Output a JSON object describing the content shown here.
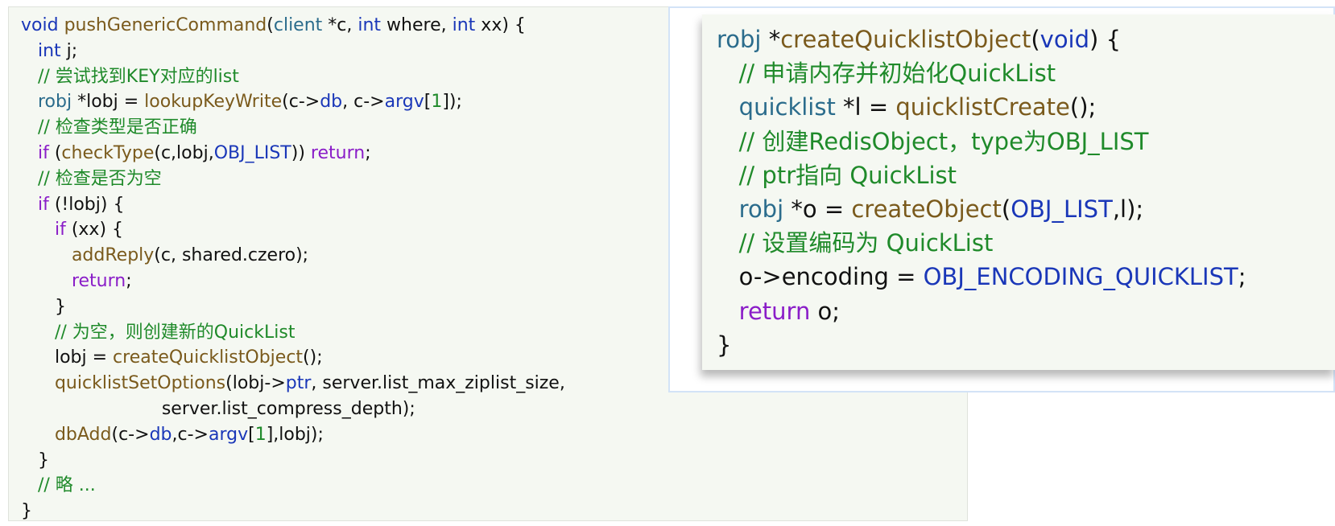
{
  "left_code": {
    "lines": [
      [
        {
          "t": "void",
          "c": "ty"
        },
        {
          "t": " ",
          "c": ""
        },
        {
          "t": "pushGenericCommand",
          "c": "fn"
        },
        {
          "t": "(",
          "c": ""
        },
        {
          "t": "client",
          "c": "ty2"
        },
        {
          "t": " *c, ",
          "c": ""
        },
        {
          "t": "int",
          "c": "ty"
        },
        {
          "t": " where, ",
          "c": ""
        },
        {
          "t": "int",
          "c": "ty"
        },
        {
          "t": " xx) {",
          "c": ""
        }
      ],
      [
        {
          "t": "   ",
          "c": ""
        },
        {
          "t": "int",
          "c": "ty"
        },
        {
          "t": " j;",
          "c": ""
        }
      ],
      [
        {
          "t": "   ",
          "c": ""
        },
        {
          "t": "// 尝试找到KEY对应的list",
          "c": "cm"
        }
      ],
      [
        {
          "t": "   ",
          "c": ""
        },
        {
          "t": "robj",
          "c": "ty2"
        },
        {
          "t": " *lobj = ",
          "c": ""
        },
        {
          "t": "lookupKeyWrite",
          "c": "fn"
        },
        {
          "t": "(c->",
          "c": ""
        },
        {
          "t": "db",
          "c": "id"
        },
        {
          "t": ", c->",
          "c": ""
        },
        {
          "t": "argv",
          "c": "id"
        },
        {
          "t": "[",
          "c": ""
        },
        {
          "t": "1",
          "c": "num"
        },
        {
          "t": "]);",
          "c": ""
        }
      ],
      [
        {
          "t": "   ",
          "c": ""
        },
        {
          "t": "// 检查类型是否正确",
          "c": "cm"
        }
      ],
      [
        {
          "t": "   ",
          "c": ""
        },
        {
          "t": "if",
          "c": "kw"
        },
        {
          "t": " (",
          "c": ""
        },
        {
          "t": "checkType",
          "c": "fn"
        },
        {
          "t": "(c,lobj,",
          "c": ""
        },
        {
          "t": "OBJ_LIST",
          "c": "id"
        },
        {
          "t": ")) ",
          "c": ""
        },
        {
          "t": "return",
          "c": "kw"
        },
        {
          "t": ";",
          "c": ""
        }
      ],
      [
        {
          "t": "   ",
          "c": ""
        },
        {
          "t": "// 检查是否为空",
          "c": "cm"
        }
      ],
      [
        {
          "t": "   ",
          "c": ""
        },
        {
          "t": "if",
          "c": "kw"
        },
        {
          "t": " (!lobj) {",
          "c": ""
        }
      ],
      [
        {
          "t": "      ",
          "c": ""
        },
        {
          "t": "if",
          "c": "kw"
        },
        {
          "t": " (xx) {",
          "c": ""
        }
      ],
      [
        {
          "t": "         ",
          "c": ""
        },
        {
          "t": "addReply",
          "c": "fn"
        },
        {
          "t": "(c, shared.czero);",
          "c": ""
        }
      ],
      [
        {
          "t": "         ",
          "c": ""
        },
        {
          "t": "return",
          "c": "kw"
        },
        {
          "t": ";",
          "c": ""
        }
      ],
      [
        {
          "t": "      }",
          "c": ""
        }
      ],
      [
        {
          "t": "      ",
          "c": ""
        },
        {
          "t": "// 为空，则创建新的QuickList",
          "c": "cm"
        }
      ],
      [
        {
          "t": "      lobj = ",
          "c": ""
        },
        {
          "t": "createQuicklistObject",
          "c": "fn"
        },
        {
          "t": "();",
          "c": ""
        }
      ],
      [
        {
          "t": "      ",
          "c": ""
        },
        {
          "t": "quicklistSetOptions",
          "c": "fn"
        },
        {
          "t": "(lobj->",
          "c": ""
        },
        {
          "t": "ptr",
          "c": "id"
        },
        {
          "t": ", server.list_max_ziplist_size,",
          "c": ""
        }
      ],
      [
        {
          "t": "                         server.list_compress_depth);",
          "c": ""
        }
      ],
      [
        {
          "t": "      ",
          "c": ""
        },
        {
          "t": "dbAdd",
          "c": "fn"
        },
        {
          "t": "(c->",
          "c": ""
        },
        {
          "t": "db",
          "c": "id"
        },
        {
          "t": ",c->",
          "c": ""
        },
        {
          "t": "argv",
          "c": "id"
        },
        {
          "t": "[",
          "c": ""
        },
        {
          "t": "1",
          "c": "num"
        },
        {
          "t": "],lobj);",
          "c": ""
        }
      ],
      [
        {
          "t": "   }",
          "c": ""
        }
      ],
      [
        {
          "t": "   ",
          "c": ""
        },
        {
          "t": "// 略 ...",
          "c": "cm"
        }
      ],
      [
        {
          "t": "}",
          "c": ""
        }
      ]
    ]
  },
  "right_code": {
    "lines": [
      [
        {
          "t": "robj",
          "c": "ty2"
        },
        {
          "t": " *",
          "c": ""
        },
        {
          "t": "createQuicklistObject",
          "c": "fn"
        },
        {
          "t": "(",
          "c": ""
        },
        {
          "t": "void",
          "c": "ty"
        },
        {
          "t": ") {",
          "c": ""
        }
      ],
      [
        {
          "t": "   ",
          "c": ""
        },
        {
          "t": "// 申请内存并初始化QuickList",
          "c": "cm"
        }
      ],
      [
        {
          "t": "   ",
          "c": ""
        },
        {
          "t": "quicklist",
          "c": "ty2"
        },
        {
          "t": " *l = ",
          "c": ""
        },
        {
          "t": "quicklistCreate",
          "c": "fn"
        },
        {
          "t": "();",
          "c": ""
        }
      ],
      [
        {
          "t": "   ",
          "c": ""
        },
        {
          "t": "// 创建RedisObject，type为OBJ_LIST",
          "c": "cm"
        }
      ],
      [
        {
          "t": "   ",
          "c": ""
        },
        {
          "t": "// ptr指向 QuickList",
          "c": "cm"
        }
      ],
      [
        {
          "t": "   ",
          "c": ""
        },
        {
          "t": "robj",
          "c": "ty2"
        },
        {
          "t": " *o = ",
          "c": ""
        },
        {
          "t": "createObject",
          "c": "fn"
        },
        {
          "t": "(",
          "c": ""
        },
        {
          "t": "OBJ_LIST",
          "c": "id"
        },
        {
          "t": ",l);",
          "c": ""
        }
      ],
      [
        {
          "t": "   ",
          "c": ""
        },
        {
          "t": "// 设置编码为 QuickList",
          "c": "cm"
        }
      ],
      [
        {
          "t": "   o->encoding = ",
          "c": ""
        },
        {
          "t": "OBJ_ENCODING_QUICKLIST",
          "c": "id"
        },
        {
          "t": ";",
          "c": ""
        }
      ],
      [
        {
          "t": "   ",
          "c": ""
        },
        {
          "t": "return",
          "c": "kw"
        },
        {
          "t": " o;",
          "c": ""
        }
      ],
      [
        {
          "t": "}",
          "c": ""
        }
      ]
    ]
  }
}
